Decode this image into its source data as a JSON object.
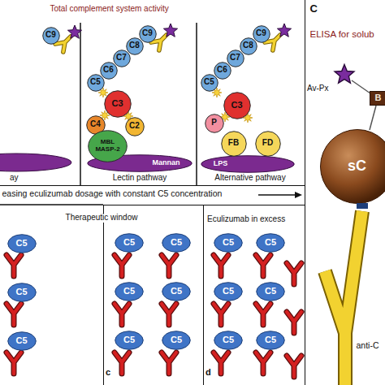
{
  "diagram": {
    "nodes": [
      {
        "text": [
          "Total complement system activity"
        ]
      },
      {
        "text": [
          "C9"
        ],
        "in": 0
      },
      {
        "text": [
          "C5"
        ],
        "in": 0
      },
      {
        "text": [
          "C6"
        ],
        "in": 0
      },
      {
        "text": [
          "C7"
        ],
        "in": 0
      },
      {
        "text": [
          "C8"
        ],
        "in": 0
      },
      {
        "text": [
          "C9"
        ],
        "in": 0
      },
      {
        "text": [
          "C3"
        ],
        "in": 0
      },
      {
        "text": [
          "C4"
        ],
        "in": 0
      },
      {
        "text": [
          "C2"
        ],
        "in": 0
      },
      {
        "text": [
          "MBL MASP-2"
        ],
        "in": 0
      },
      {
        "text": [
          "Mannan"
        ],
        "in": 0
      },
      {
        "text": [
          "C5"
        ],
        "in": 0
      },
      {
        "text": [
          "C6"
        ],
        "in": 0
      },
      {
        "text": [
          "C7"
        ],
        "in": 0
      },
      {
        "text": [
          "C8"
        ],
        "in": 0
      },
      {
        "text": [
          "C9"
        ],
        "in": 0
      },
      {
        "text": [
          "C3"
        ],
        "in": 0
      },
      {
        "text": [
          "P"
        ],
        "in": 0
      },
      {
        "text": [
          "FB"
        ],
        "in": 0
      },
      {
        "text": [
          "FD"
        ],
        "in": 0
      },
      {
        "text": [
          "LPS"
        ],
        "in": 0
      },
      {
        "text": [
          "easing eculizumab dosage with constant C5 concentration"
        ]
      },
      {
        "text": [
          "c"
        ],
        "in": 22
      },
      {
        "text": [
          "Eculizumab in excess",
          "d"
        ],
        "in": 22
      },
      {
        "text": [
          "C5"
        ],
        "in": 22
      },
      {
        "text": [
          "C5"
        ],
        "in": 22
      },
      {
        "text": [
          "C5"
        ],
        "in": 22
      },
      {
        "text": [
          "C5"
        ],
        "in": 23
      },
      {
        "text": [
          "C5"
        ],
        "in": 23
      },
      {
        "text": [
          "C5"
        ],
        "in": 23
      },
      {
        "text": [
          "C5"
        ],
        "in": 23
      },
      {
        "text": [
          "C5"
        ],
        "in": 23
      },
      {
        "text": [
          "C5"
        ],
        "in": 23
      },
      {
        "text": [
          "C5"
        ],
        "in": 24
      },
      {
        "text": [
          "C5"
        ],
        "in": 24
      },
      {
        "text": [
          "C5"
        ],
        "in": 24
      },
      {
        "text": [
          "C5"
        ],
        "in": 24
      },
      {
        "text": [
          "C5"
        ],
        "in": 24
      },
      {
        "text": [
          "C5"
        ],
        "in": 24
      },
      {
        "text": [
          "C",
          "ELISA for solub"
        ]
      },
      {
        "text": [
          "B"
        ],
        "in": 40
      },
      {
        "text": [
          "sC"
        ],
        "in": 40
      },
      {
        "text": [
          "anti-C"
        ],
        "in": 40
      }
    ],
    "labels": [
      "ay",
      "Lectin pathway",
      "Alternative pathway",
      "Therapeutic window",
      "Av-Px"
    ]
  }
}
